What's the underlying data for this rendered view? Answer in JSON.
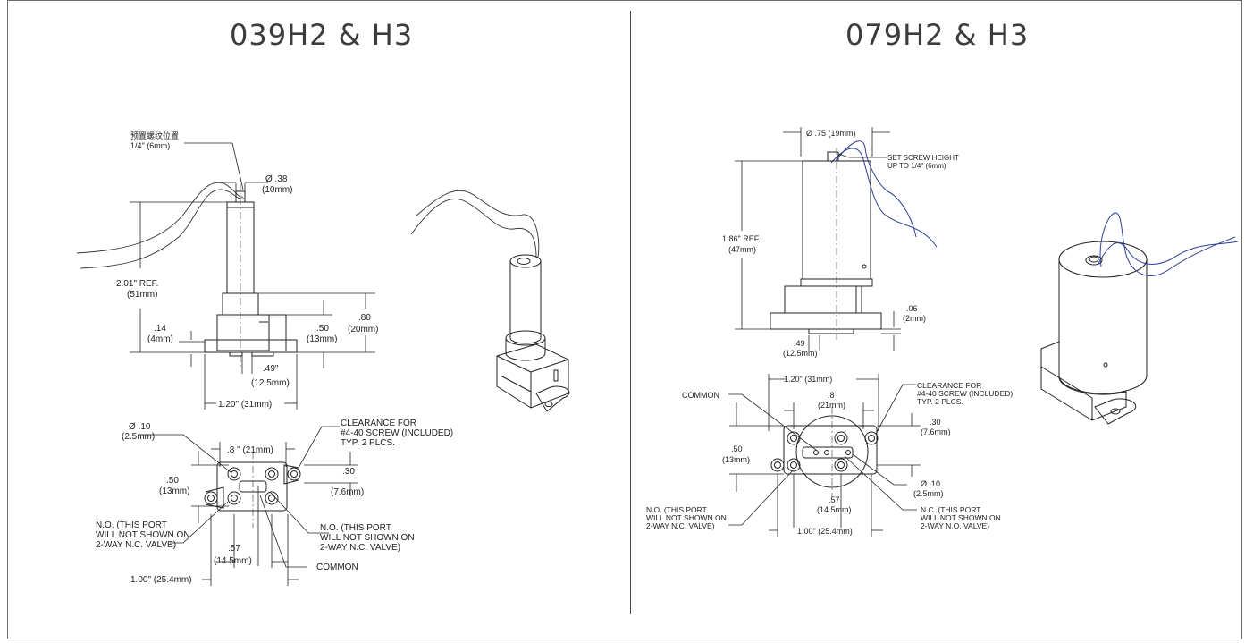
{
  "left": {
    "title": "039H2 & H3",
    "labels": {
      "preset_thread": "预置螺纹位置",
      "preset_thread_dim": "1/4\" (6mm)",
      "dia": "Ø .38",
      "dia_mm": "(10mm)",
      "height": "2.01\" REF.",
      "height_mm": "(51mm)",
      "d14": ".14",
      "d14_mm": "(4mm)",
      "d50": ".50",
      "d50_mm": "(13mm)",
      "d80": ".80",
      "d80_mm": "(20mm)",
      "d49": ".49\"",
      "d49_mm": "(12.5mm)",
      "width": "1.20\" (31mm)",
      "hole_dia": "Ø .10",
      "hole_dia_mm": "(2.5mm)",
      "clearance1": "CLEARANCE FOR",
      "clearance2": "#4-40 SCREW (INCLUDED)",
      "clearance3": "TYP. 2 PLCS.",
      "spacing": ".8   \" (21mm)",
      "b50": ".50",
      "b50_mm": "(13mm)",
      "b30": ".30",
      "b30_mm": "(7.6mm)",
      "no_left1": "N.O. (THIS PORT",
      "no_left2": "WILL NOT SHOWN ON",
      "no_left3": "2-WAY N.C. VALVE)",
      "no_right1": "N.O. (THIS PORT",
      "no_right2": "WILL NOT SHOWN ON",
      "no_right3": "2-WAY N.C. VALVE)",
      "b57": ".57",
      "b57_mm": "(14.5mm)",
      "common": "COMMON",
      "b100": "1.00\" (25.4mm)"
    }
  },
  "right": {
    "title": "079H2 & H3",
    "labels": {
      "dia": "Ø .75 (19mm)",
      "set1": "SET SCREW HEIGHT",
      "set2": "UP TO 1/4\" (6mm)",
      "height": "1.86\" REF.",
      "height_mm": "(47mm)",
      "d06": ".06",
      "d06_mm": "(2mm)",
      "d49": ".49",
      "d49_mm": "(12.5mm)",
      "width": "1.20\" (31mm)",
      "common": "COMMON",
      "d8": ".8",
      "d8_mm": "(21mm)",
      "clearance1": "CLEARANCE FOR",
      "clearance2": "#4-40 SCREW (INCLUDED)",
      "clearance3": "TYP. 2 PLCS.",
      "b30": ".30",
      "b30_mm": "(7.6mm)",
      "b50": ".50",
      "b50_mm": "(13mm)",
      "hole_dia": "Ø .10",
      "hole_dia_mm": "(2.5mm)",
      "b57": ".57",
      "b57_mm": "(14.5mm)",
      "no1": "N.O. (THIS PORT",
      "no2": "WILL NOT SHOWN ON",
      "no3": "2-WAY N.C. VALVE)",
      "nc1": "N.C. (THIS PORT",
      "nc2": "WILL NOT SHOWN ON",
      "nc3": "2-WAY N.O. VALVE)",
      "b100": "1.00\" (25.4mm)"
    }
  }
}
